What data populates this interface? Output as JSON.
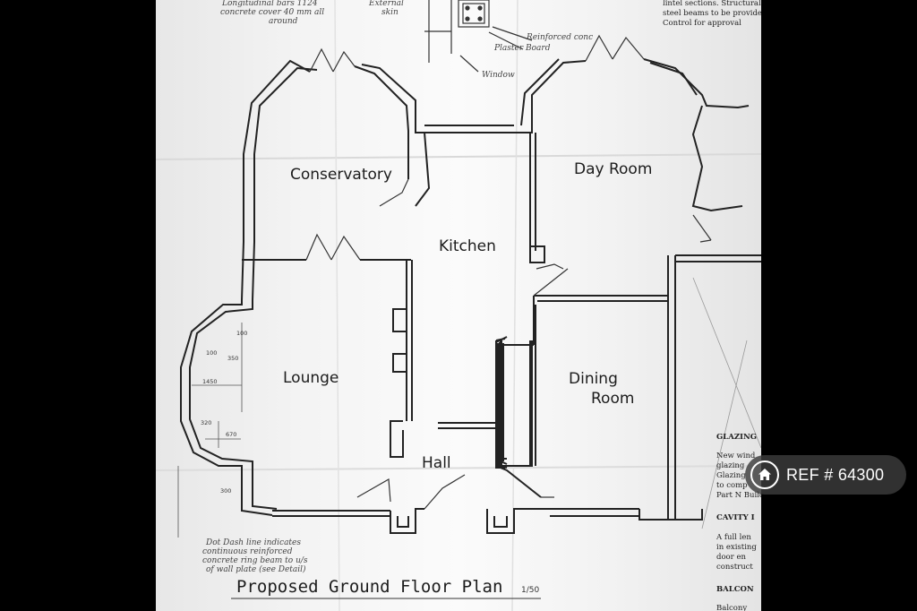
{
  "plan": {
    "title": "Proposed Ground Floor Plan",
    "scale": "1/50"
  },
  "rooms": {
    "conservatory": "Conservatory",
    "day_room": "Day Room",
    "kitchen": "Kitchen",
    "lounge": "Lounge",
    "dining_line1": "Dining",
    "dining_line2": "Room",
    "hall": "Hall"
  },
  "handwritten": {
    "top_left_1": "Longitudinal bars 1124",
    "top_left_2": "concrete cover 40 mm all",
    "top_left_3": "around",
    "external_1": "External",
    "external_2": "skin",
    "reinforced": "Reinforced conc",
    "plaster": "Plaster Board",
    "window": "Window",
    "note_1": "Dot Dash line indicates",
    "note_2": "continuous reinforced",
    "note_3": "concrete ring beam to u/s",
    "note_4": "of wall plate (see Detail)"
  },
  "dimensions": {
    "d100a": "100",
    "d100b": "100",
    "d350": "350",
    "d1450": "1450",
    "d320": "320",
    "d670": "670",
    "d300": "300"
  },
  "spec_notes": {
    "top_1": "lintel sections. Structural calc",
    "top_2": "steel beams to be provided to",
    "top_3": "Control for approval",
    "glazing_head": "GLAZING",
    "glazing_1": "New wind",
    "glazing_2": "glazing",
    "glazing_3": "Glazing",
    "glazing_4": "to comp",
    "glazing_5": "Part N Build",
    "cavity_head": "CAVITY I",
    "cavity_1": "A full len",
    "cavity_2": "in existing",
    "cavity_3": "door    en",
    "cavity_4": "construct",
    "balcony_head": "BALCON",
    "balcony_1": "Balcony"
  },
  "badge": {
    "ref": "REF # 64300",
    "icon": "home-icon"
  },
  "colors": {
    "background": "#000000",
    "paper": "#f4f4f4",
    "ink": "#1c1c1c",
    "badge": "#3c3c3c"
  }
}
